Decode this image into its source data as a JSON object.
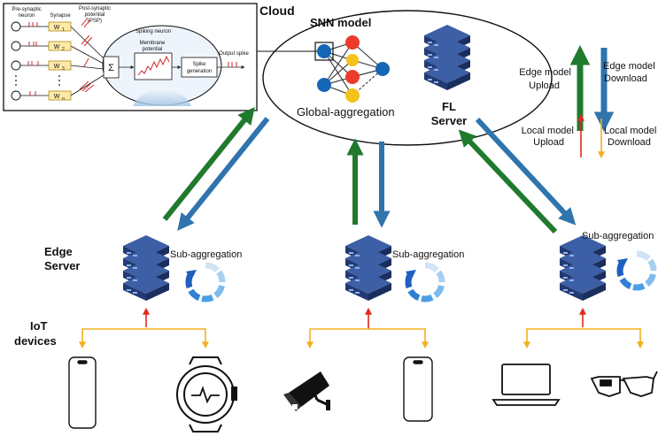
{
  "colors": {
    "upload_green": "#1f7a2e",
    "download_blue": "#2f74ad",
    "local_upload_red": "#e02a1e",
    "local_download_orange": "#f2b01e",
    "server_navy": "#1f3569",
    "neuron_red": "#ec3b2a",
    "neuron_yellow": "#f4c21c",
    "neuron_blue": "#1566b5"
  },
  "cloud": {
    "title": "Cloud",
    "snn_label": "SNN model",
    "aggregation_label": "Global-aggregation",
    "fl_server_line1": "FL",
    "fl_server_line2": "Server"
  },
  "inset": {
    "presynaptic_line1": "Pre-synaptic",
    "presynaptic_line2": "neuron",
    "synapse": "Synapse",
    "postsyn_line1": "Post-synaptic",
    "postsyn_line2": "potential",
    "postsyn_line3": "(PSP)",
    "spiking_neuron": "Spiking neuron",
    "membrane_line1": "Membrane",
    "membrane_line2": "potential",
    "spike_gen_line1": "Spike",
    "spike_gen_line2": "generation",
    "output_spike": "Output spike",
    "sum_symbol": "Σ",
    "weights": [
      "W",
      "W",
      "W",
      "W"
    ],
    "weight_subs": [
      "1",
      "2",
      "3",
      "n"
    ]
  },
  "legend": {
    "edge_upload_line1": "Edge model",
    "edge_upload_line2": "Upload",
    "edge_download_line1": "Edge model",
    "edge_download_line2": "Download",
    "local_upload_line1": "Local model",
    "local_upload_line2": "Upload",
    "local_download_line1": "Local model",
    "local_download_line2": "Download"
  },
  "edge": {
    "label_line1": "Edge",
    "label_line2": "Server",
    "sub_aggregation": "Sub-aggregation"
  },
  "iot": {
    "label_line1": "IoT",
    "label_line2": "devices"
  }
}
